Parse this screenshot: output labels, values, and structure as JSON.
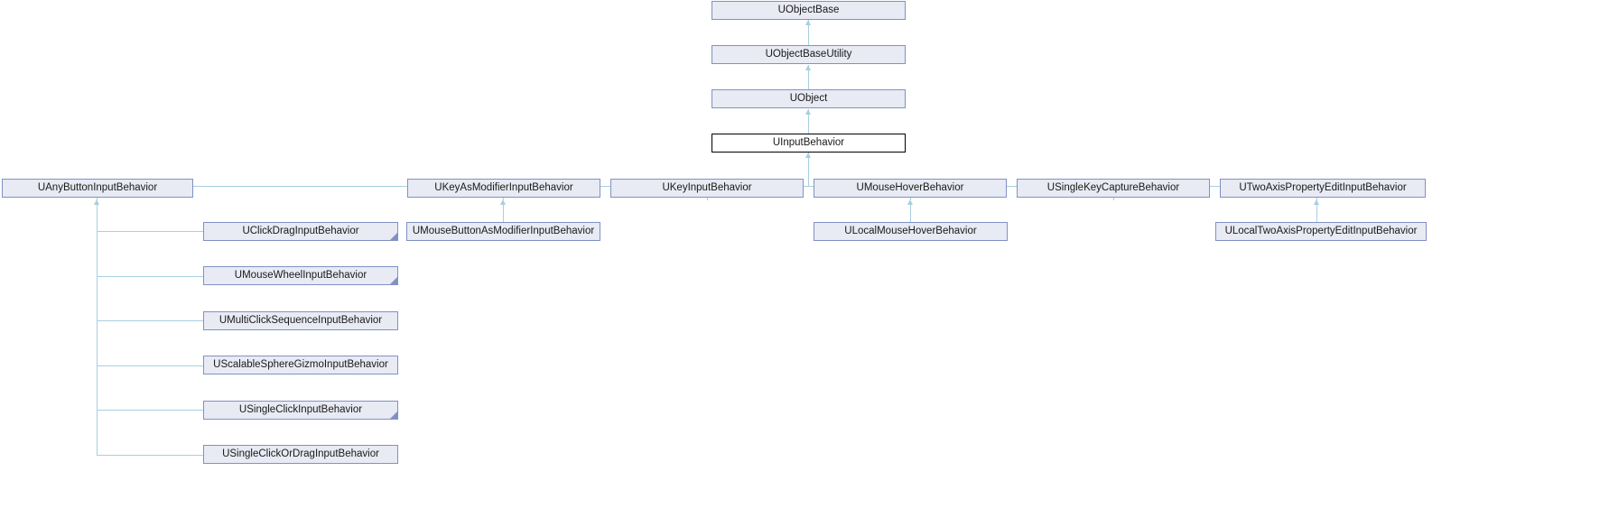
{
  "diagram": {
    "title": "UInputBehavior inheritance diagram",
    "type": "class-inheritance-graph",
    "colors": {
      "node_fill": "#e8eaf4",
      "node_border": "#8191c4",
      "current_node_border": "#000000",
      "current_node_fill": "#ffffff",
      "edge": "#a8cfe0",
      "background": "#ffffff",
      "text": "#1a1a1a"
    },
    "nodes": {
      "uobjectbase": "UObjectBase",
      "uobjectbaseutility": "UObjectBaseUtility",
      "uobject": "UObject",
      "uinputbehavior": "UInputBehavior",
      "uanybuttoninputbehavior": "UAnyButtonInputBehavior",
      "ukeyasmodifierinputbehavior": "UKeyAsModifierInputBehavior",
      "ukeyinputbehavior": "UKeyInputBehavior",
      "umousehoverbehavior": "UMouseHoverBehavior",
      "usinglekeycapturebehavior": "USingleKeyCaptureBehavior",
      "utwoaxispropertyeditinputbehavior": "UTwoAxisPropertyEditInputBehavior",
      "uclickdraginputbehavior": "UClickDragInputBehavior",
      "umousebuttonasmodifierinputbehavior": "UMouseButtonAsModifierInputBehavior",
      "ulocalmousehoverbehavior": "ULocalMouseHoverBehavior",
      "ulocaltwoaxispropertyeditinputbehavior": "ULocalTwoAxisPropertyEditInputBehavior",
      "umousewheelinputbehavior": "UMouseWheelInputBehavior",
      "umulticlicksequenceinputbehavior": "UMultiClickSequenceInputBehavior",
      "uscalablespheregizmoinputbehavior": "UScalableSphereGizmoInputBehavior",
      "usingleclickinputbehavior": "USingleClickInputBehavior",
      "usingleclickordraginputbehavior": "USingleClickOrDragInputBehavior"
    }
  }
}
